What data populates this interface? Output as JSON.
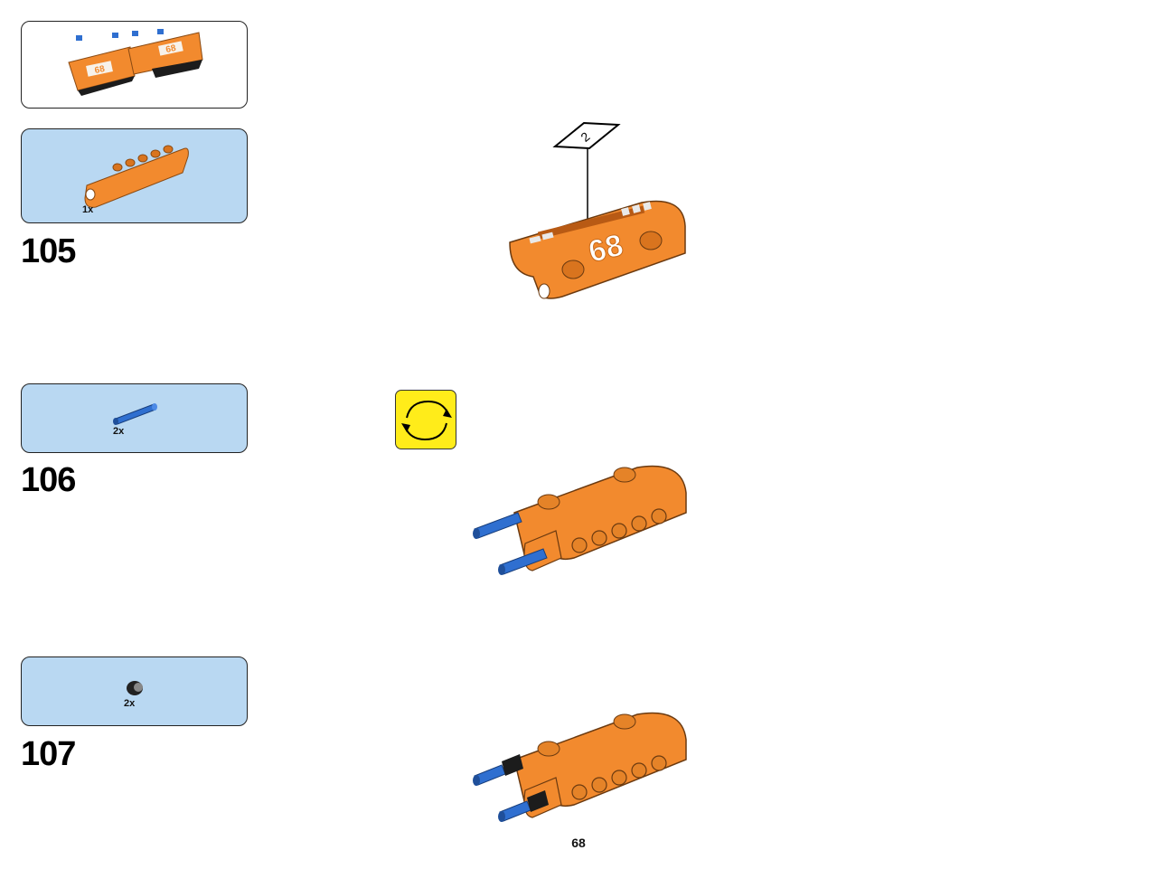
{
  "page": {
    "number": "68"
  },
  "colors": {
    "part_orange": "#f28a2e",
    "pin_blue": "#2f6fd0",
    "parts_panel_blue": "#b9d8f2",
    "rotate_yellow": "#ffec1a"
  },
  "submodel_preview": {
    "decal_text": "68"
  },
  "steps": [
    {
      "number": "105",
      "parts": [
        {
          "qty": "1x",
          "icon": "orange-panel-part-icon"
        }
      ]
    },
    {
      "number": "106",
      "parts": [
        {
          "qty": "2x",
          "icon": "blue-axle-pin-icon"
        }
      ]
    },
    {
      "number": "107",
      "parts": [
        {
          "qty": "2x",
          "icon": "black-bush-icon"
        }
      ]
    }
  ],
  "assembly": {
    "sticker_number": "2",
    "decal_text": "68",
    "rotate_icon": "rotate-model-icon"
  }
}
